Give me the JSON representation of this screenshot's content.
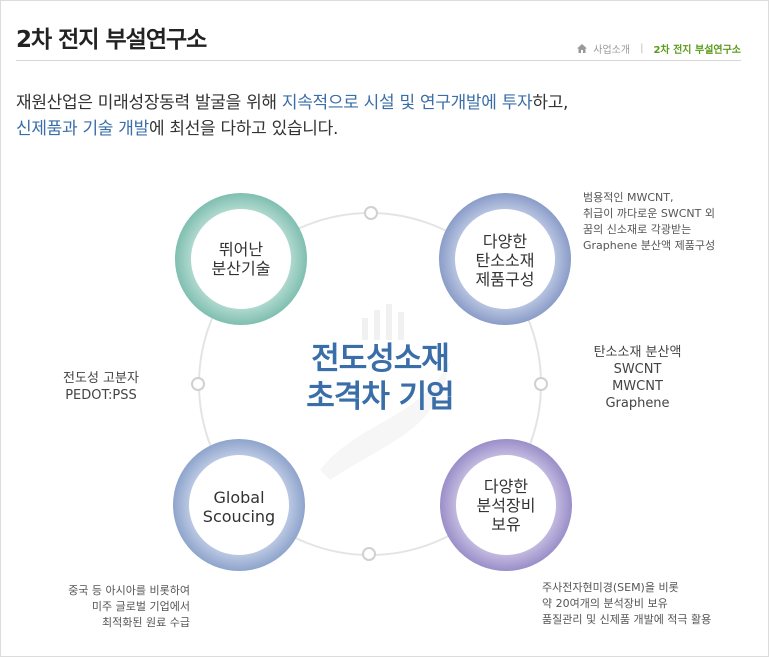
{
  "header": {
    "title": "2차 전지 부설연구소",
    "breadcrumb": {
      "parent": "사업소개",
      "current": "2차 전지 부설연구소"
    }
  },
  "intro": {
    "line1_a": "재원산업은 미래성장동력 발굴을 위해 ",
    "line1_b": "지속적으로 시설 및 연구개발에 투자",
    "line1_c": "하고,",
    "line2_a": "신제품과 기술 개발",
    "line2_b": "에 최선을 다하고 있습니다."
  },
  "center": {
    "line1": "전도성소재",
    "line2": "초격차 기업"
  },
  "circles": {
    "top_left": {
      "line1": "뛰어난",
      "line2": "분산기술",
      "color": "#7fbfb0"
    },
    "top_right": {
      "line1": "다양한",
      "line2": "탄소소재",
      "line3": "제품구성",
      "color": "#8a9cc8"
    },
    "bottom_left": {
      "line1": "Global",
      "line2": "Scoucing",
      "color": "#8ea4cc"
    },
    "bottom_right": {
      "line1": "다양한",
      "line2": "분석장비",
      "line3": "보유",
      "color": "#9a8ec8"
    }
  },
  "notes": {
    "top_right": [
      "범용적인 MWCNT,",
      "취급이 까다로운 SWCNT 외",
      "꿈의 신소재로 각광받는",
      "Graphene 분산액 제품구성"
    ],
    "right": [
      "탄소소재 분산액",
      "SWCNT",
      "MWCNT",
      "Graphene"
    ],
    "left": [
      "전도성 고분자",
      "PEDOT:PSS"
    ],
    "bottom_left": [
      "중국 등 아시아를 비롯하여",
      "미주 글로벌 기업에서",
      "최적화된 원료 수급"
    ],
    "bottom_right": [
      "주사전자현미경(SEM)을 비롯",
      "약 20여개의 분석장비 보유",
      "품질관리 및 신제품 개발에 적극 활용"
    ]
  },
  "colors": {
    "accent": "#3a6ea8",
    "breadcrumb_current": "#5a9a1a"
  }
}
